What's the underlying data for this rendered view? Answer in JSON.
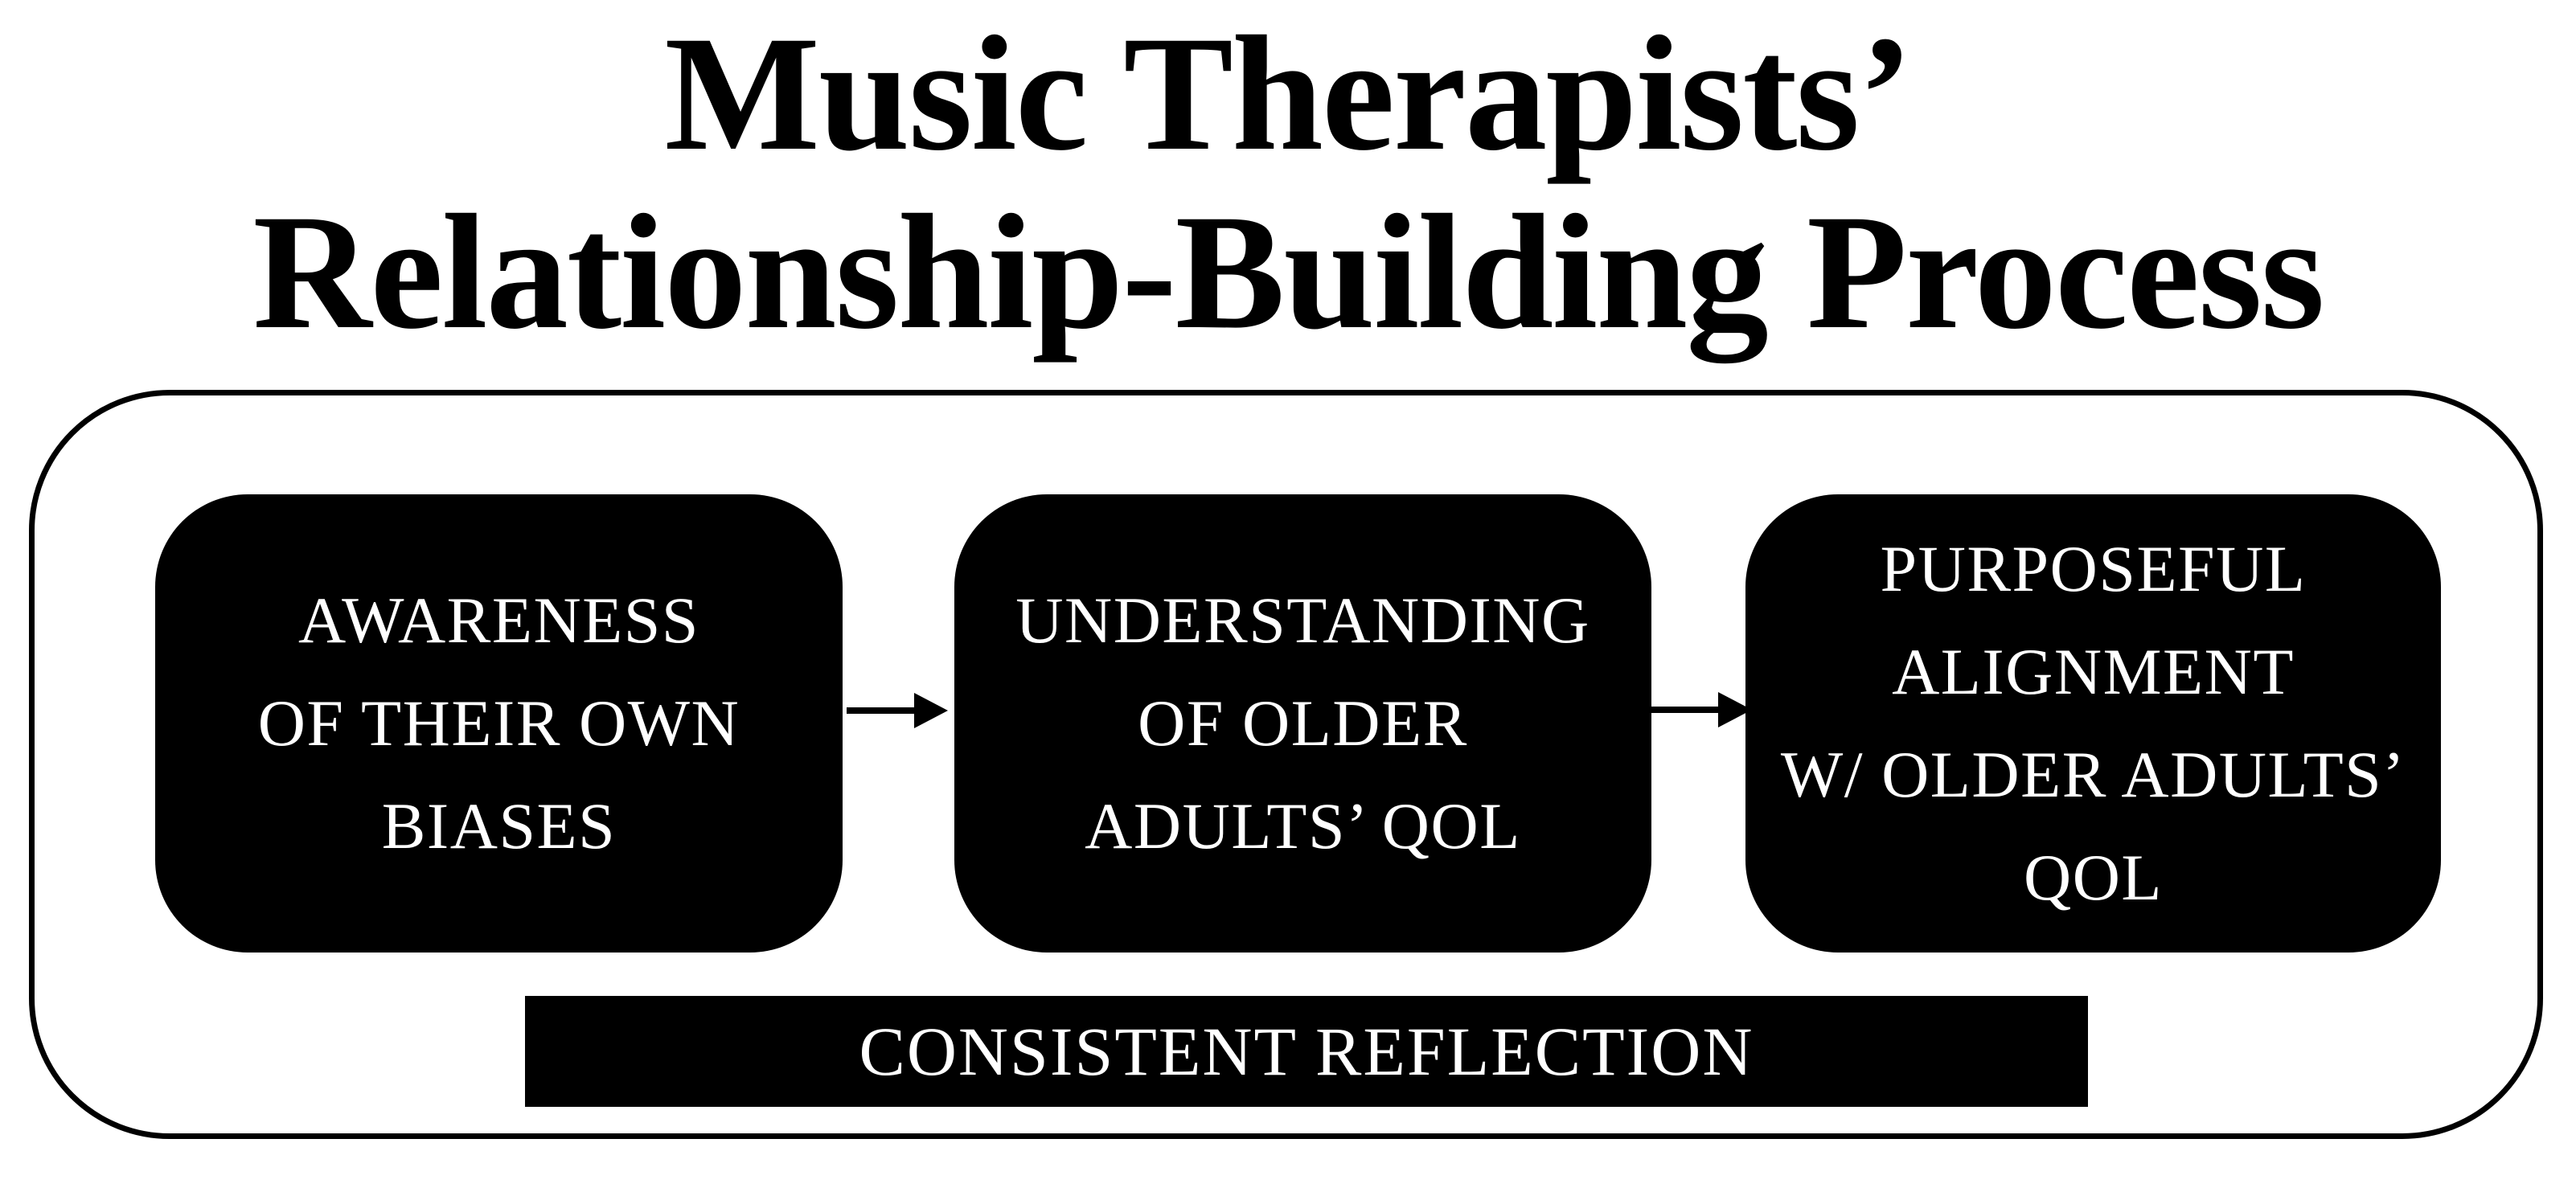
{
  "title": {
    "line1": "Music Therapists’",
    "line2": "Relationship-Building Process"
  },
  "process": {
    "steps": [
      {
        "name": "awareness-of-their-own-biases",
        "lines": [
          "AWARENESS",
          "OF THEIR OWN",
          "BIASES"
        ]
      },
      {
        "name": "understanding-of-older-adults-qol",
        "lines": [
          "UNDERSTANDING",
          "OF OLDER",
          "ADULTS’ QOL"
        ]
      },
      {
        "name": "purposeful-alignment-w-older-adults-qol",
        "lines": [
          "PURPOSEFUL",
          "ALIGNMENT",
          "W/ OLDER ADULTS’",
          "QOL"
        ]
      }
    ],
    "footer_label": "CONSISTENT REFLECTION"
  },
  "icons": {
    "arrow": "right-arrow"
  },
  "colors": {
    "background": "#ffffff",
    "box_fill": "#000000",
    "box_text": "#ffffff",
    "border": "#000000"
  }
}
